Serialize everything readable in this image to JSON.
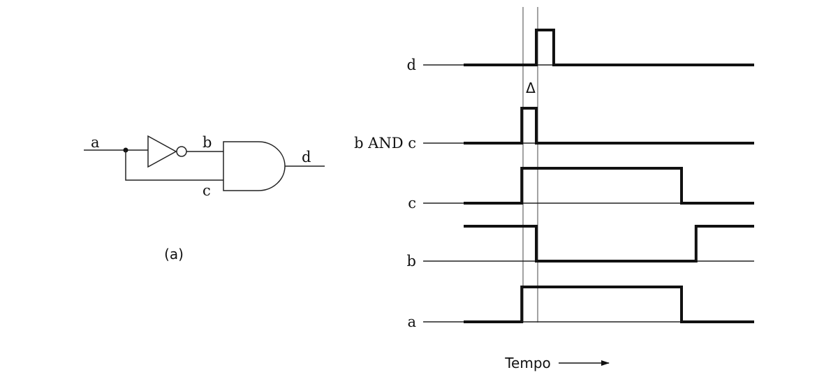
{
  "circuit": {
    "input_a": "a",
    "node_b": "b",
    "node_c": "c",
    "output_d": "d",
    "caption": "(a)"
  },
  "timing": {
    "delay_symbol": "Δ",
    "time_label": "Tempo",
    "signals": [
      {
        "name": "d",
        "levels": [
          [
            0,
            0
          ],
          [
            0.25,
            1
          ],
          [
            0.31,
            0
          ]
        ]
      },
      {
        "name": "b AND c",
        "levels": [
          [
            0,
            0
          ],
          [
            0.2,
            1
          ],
          [
            0.25,
            0
          ]
        ]
      },
      {
        "name": "c",
        "levels": [
          [
            0,
            0
          ],
          [
            0.2,
            1
          ],
          [
            0.75,
            0
          ]
        ]
      },
      {
        "name": "b",
        "levels": [
          [
            0,
            1
          ],
          [
            0.25,
            0
          ],
          [
            0.8,
            1
          ]
        ]
      },
      {
        "name": "a",
        "levels": [
          [
            0,
            0
          ],
          [
            0.2,
            1
          ],
          [
            0.75,
            0
          ]
        ]
      }
    ]
  }
}
